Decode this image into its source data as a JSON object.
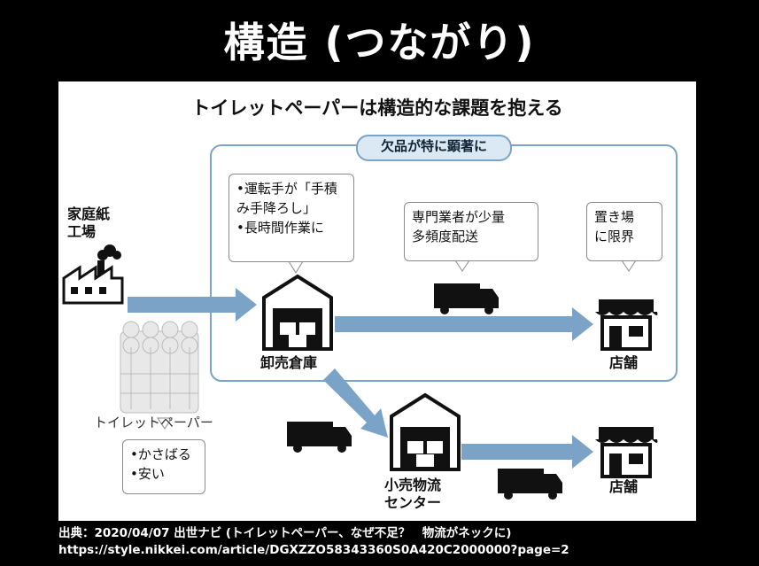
{
  "slide_title": "構造 (つながり)",
  "diagram": {
    "title": "トイレットペーパーは構造的な課題を抱える",
    "highlight_badge": "欠品が特に顕著に",
    "factory_label": [
      "家庭紙",
      "工場"
    ],
    "wholesale_label": "卸売倉庫",
    "store_label_top": "店舗",
    "store_label_bottom": "店舗",
    "center_label": [
      "小売物流",
      "センター"
    ],
    "tp_label": "トイレットペーパー",
    "note_wholesale": [
      "•運転手が「手積",
      "み手降ろし」",
      "•長時間作業に"
    ],
    "note_delivery": [
      "専門業者が少量",
      "多頻度配送"
    ],
    "note_store": [
      "置き場",
      "に限界"
    ],
    "note_tp": [
      "•かさばる",
      "•安い"
    ],
    "colors": {
      "arrow": "#7ba3c7",
      "badge_bg": "#dbe9f4",
      "icon": "#111111"
    }
  },
  "source": {
    "line1": "出典：2020/04/07 出世ナビ (トイレットペーパー、なぜ不足？　物流がネックに)",
    "line2": "https://style.nikkei.com/article/DGXZZO58343360S0A420C2000000?page=2"
  }
}
